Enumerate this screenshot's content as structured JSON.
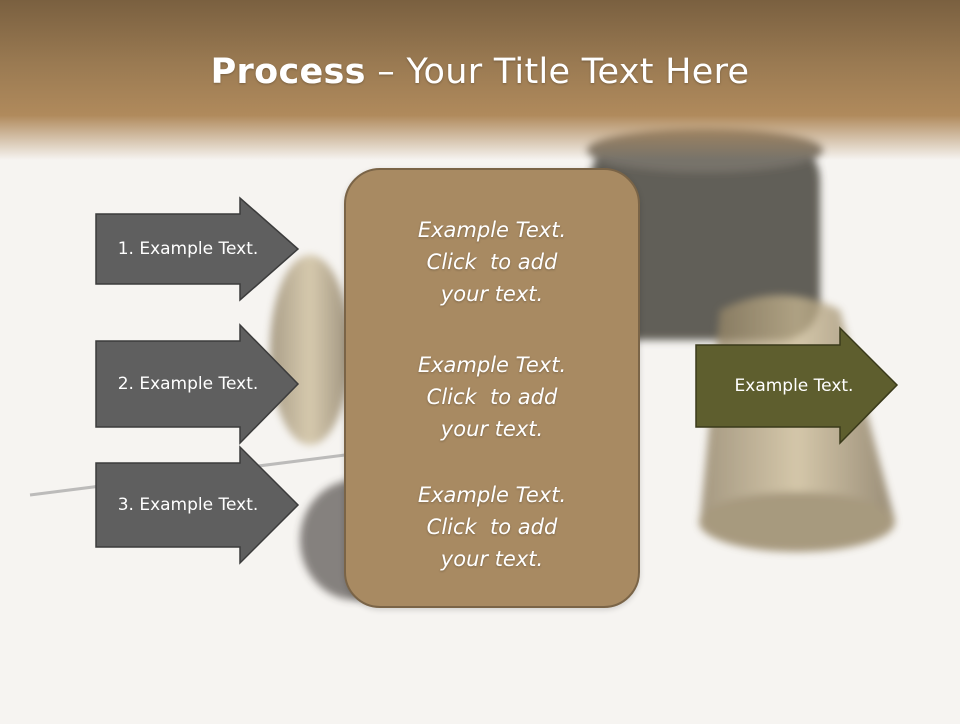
{
  "slide": {
    "title_bold": "Process",
    "title_rest": " – Your Title Text Here",
    "colors": {
      "title_band": "#9a7a52",
      "left_arrows": "#5f5f5f",
      "center_box": "#a88a62",
      "right_arrow": "#5e5e2e"
    }
  },
  "left_steps": [
    {
      "label": "1. Example Text."
    },
    {
      "label": "2. Example Text."
    },
    {
      "label": "3. Example Text."
    }
  ],
  "center_blocks": [
    {
      "line1": "Example Text.",
      "line2": "Click  to add",
      "line3": "your text."
    },
    {
      "line1": "Example Text.",
      "line2": "Click  to add",
      "line3": "your text."
    },
    {
      "line1": "Example Text.",
      "line2": "Click  to add",
      "line3": "your text."
    }
  ],
  "result": {
    "label": "Example Text."
  }
}
